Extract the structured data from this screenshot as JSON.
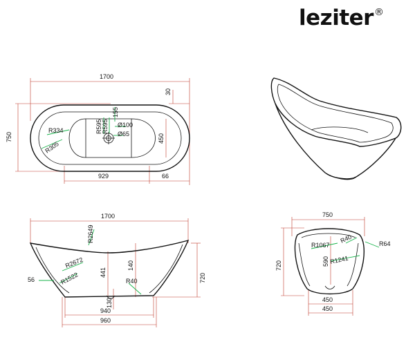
{
  "brand": {
    "name": "leziter",
    "mark": "®"
  },
  "top_view": {
    "length": "1700",
    "width": "750",
    "rim": "30",
    "basin_len": "929",
    "offset": "66",
    "r_end": "R334",
    "r_corner": "R305",
    "hole_y": "155",
    "drain_a": "R595",
    "drain_b": "R595",
    "drain_d": "Ø100",
    "drain_c": "Ø65",
    "inner_w": "450"
  },
  "side_view": {
    "length": "1700",
    "curve": "R2649",
    "depth": "140",
    "height": "720",
    "inner_h": "441",
    "rim_r": "R2672",
    "side_r": "R1522",
    "lip": "56",
    "base_r": "R40",
    "foot_h": "130",
    "base_len": "940",
    "bottom_len": "960"
  },
  "end_view": {
    "width": "750",
    "height": "720",
    "inner_r": "R1067",
    "top_r": "R40",
    "corner_r": "R64",
    "inner_h": "590",
    "side_r": "R1241",
    "base_w1": "450",
    "base_w2": "450"
  }
}
